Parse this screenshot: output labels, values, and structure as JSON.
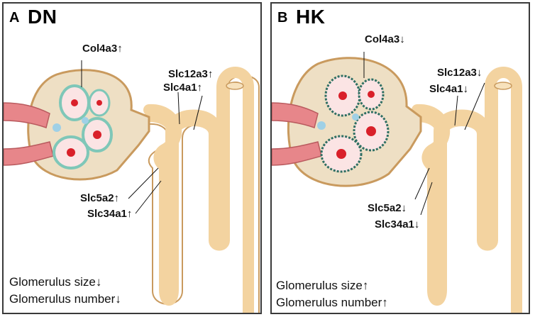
{
  "panels": [
    {
      "letter": "A",
      "title": "DN",
      "genes": {
        "col4a3": "Col4a3↑",
        "slc12a3": "Slc12a3↑",
        "slc4a1": "Slc4a1↑",
        "slc5a2": "Slc5a2↑",
        "slc34a1": "Slc34a1↑"
      },
      "footer": {
        "glomerulus_size": "Glomerulus size↓",
        "glomerulus_number": "Glomerulus number↓"
      }
    },
    {
      "letter": "B",
      "title": "HK",
      "genes": {
        "col4a3": "Col4a3↓",
        "slc12a3": "Slc12a3↓",
        "slc4a1": "Slc4a1↓",
        "slc5a2": "Slc5a2↓",
        "slc34a1": "Slc34a1↓"
      },
      "footer": {
        "glomerulus_size": "Glomerulus size↑",
        "glomerulus_number": "Glomerulus number↑"
      }
    }
  ],
  "colors": {
    "tubule": "#f3d3a0",
    "tubule_edge": "#c99a5e",
    "capsule_space": "#eedfc4",
    "vessel": "#e7868a",
    "capillary": "#d9202a",
    "mesangium": "#9fd0e6",
    "basement_dn": "#7fc7b8",
    "basement_hk": "#2f6f63"
  }
}
